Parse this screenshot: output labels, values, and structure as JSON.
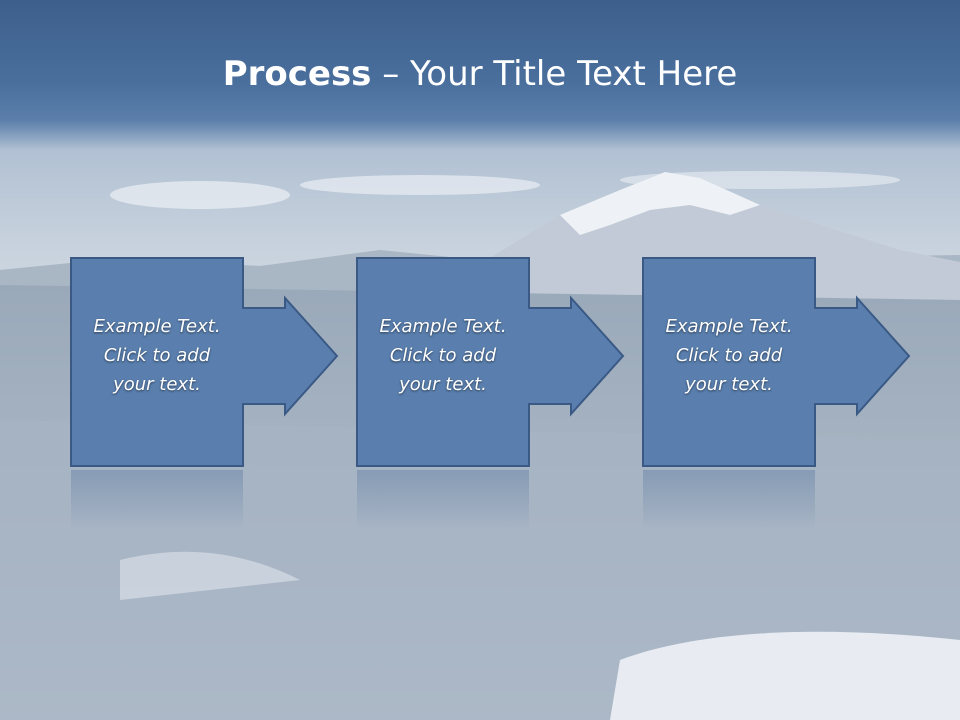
{
  "slide": {
    "title_bold": "Process",
    "title_rest": " – Your Title Text Here"
  },
  "steps": [
    {
      "line1": "Example Text.",
      "line2": "Click  to add",
      "line3": "your text."
    },
    {
      "line1": "Example Text.",
      "line2": "Click  to add",
      "line3": "your text."
    },
    {
      "line1": "Example Text.",
      "line2": "Click  to add",
      "line3": "your text."
    }
  ],
  "colors": {
    "box_fill": "#5a7fae",
    "box_stroke": "#3a5a85",
    "title_band": "#3d5f8c"
  },
  "icons": {
    "step_arrow": "right-arrow-icon"
  }
}
